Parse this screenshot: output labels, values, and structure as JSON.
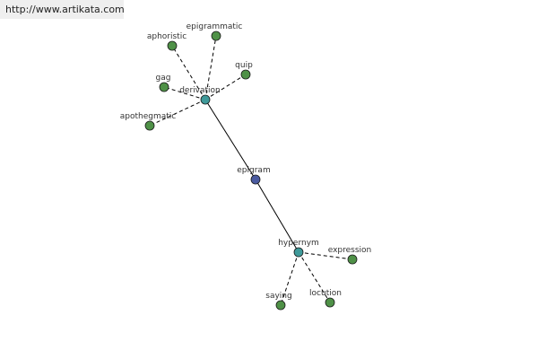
{
  "header": {
    "url": "http://www.artikata.com"
  },
  "colors": {
    "center": "#4a5aa0",
    "hub": "#3f9a9a",
    "leaf": "#4f9147",
    "edge": "#000000"
  },
  "graph": {
    "center": {
      "id": "epigram",
      "label": "epigram"
    },
    "hubs": [
      {
        "id": "derivation",
        "label": "derivation",
        "leaves": [
          {
            "id": "aphoristic",
            "label": "aphoristic"
          },
          {
            "id": "epigrammatic",
            "label": "epigrammatic"
          },
          {
            "id": "quip",
            "label": "quip"
          },
          {
            "id": "gag",
            "label": "gag"
          },
          {
            "id": "apothegmatic",
            "label": "apothegmatic"
          }
        ]
      },
      {
        "id": "hypernym",
        "label": "hypernym",
        "leaves": [
          {
            "id": "expression",
            "label": "expression"
          },
          {
            "id": "saying",
            "label": "saying"
          },
          {
            "id": "locution",
            "label": "locution"
          }
        ]
      }
    ]
  }
}
